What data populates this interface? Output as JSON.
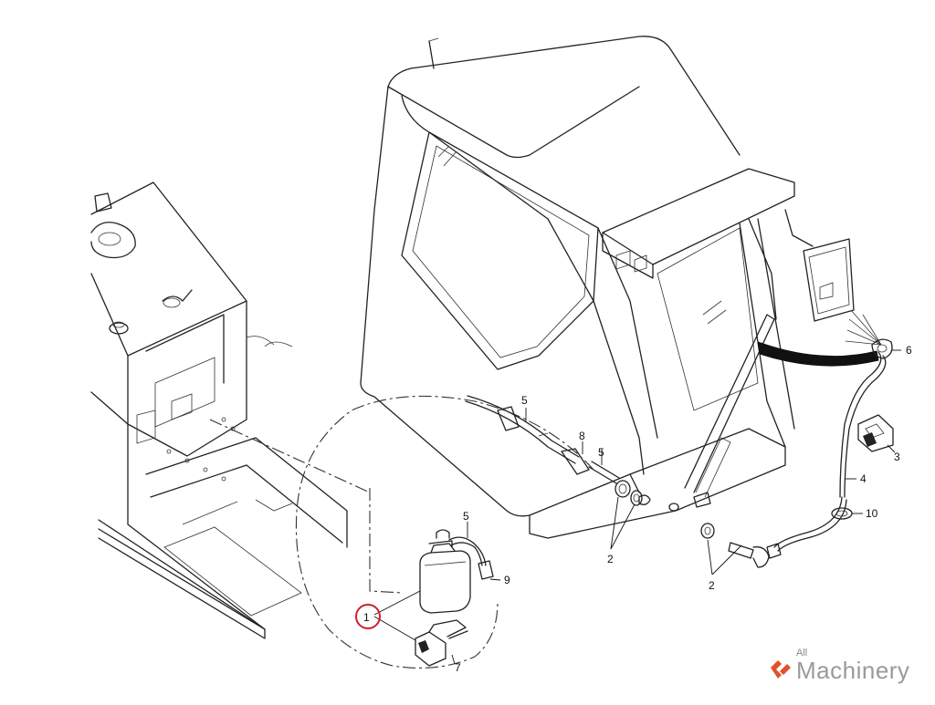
{
  "callouts": [
    {
      "id": "c1",
      "text": "1"
    },
    {
      "id": "c2a",
      "text": "2"
    },
    {
      "id": "c2b",
      "text": "2"
    },
    {
      "id": "c3",
      "text": "3"
    },
    {
      "id": "c4",
      "text": "4"
    },
    {
      "id": "c5a",
      "text": "5"
    },
    {
      "id": "c5b",
      "text": "5"
    },
    {
      "id": "c5c",
      "text": "5"
    },
    {
      "id": "c6",
      "text": "6"
    },
    {
      "id": "c7",
      "text": "7"
    },
    {
      "id": "c8",
      "text": "8"
    },
    {
      "id": "c9",
      "text": "9"
    },
    {
      "id": "c10",
      "text": "10"
    }
  ],
  "highlight": {
    "color": "#d0202a",
    "target": "1"
  },
  "brand": {
    "small": "All",
    "big": "Machinery",
    "accent": "#e0522a"
  }
}
